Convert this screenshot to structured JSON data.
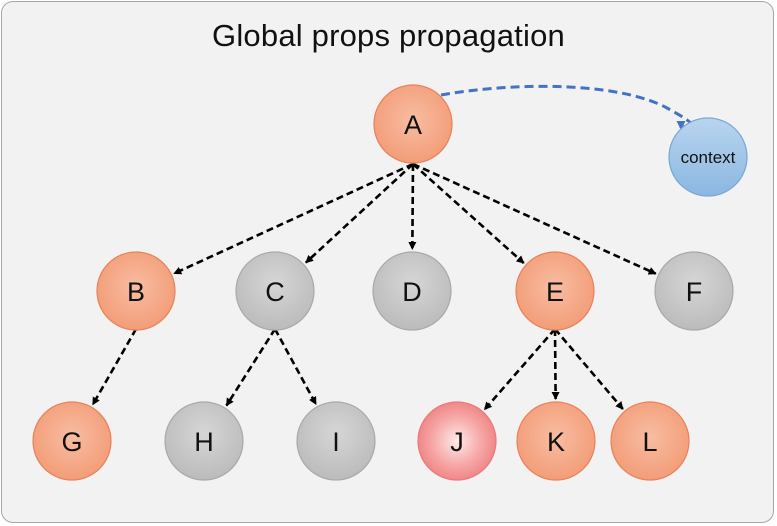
{
  "diagram": {
    "title": "Global props propagation",
    "colors": {
      "propagated_fill": "#f4a582",
      "propagated_stroke": "#e8825a",
      "plain_fill": "#c8c8c8",
      "plain_stroke": "#a9a9a9",
      "highlight_fill": "#f59a9a",
      "context_fill": "#9dc3e6",
      "context_stroke": "#7aa6d4",
      "tree_edge": "#000000",
      "context_edge": "#4472c4"
    },
    "nodes": [
      {
        "id": "A",
        "label": "A",
        "style": "propagated"
      },
      {
        "id": "context",
        "label": "context",
        "style": "context"
      },
      {
        "id": "B",
        "label": "B",
        "style": "propagated"
      },
      {
        "id": "C",
        "label": "C",
        "style": "plain"
      },
      {
        "id": "D",
        "label": "D",
        "style": "plain"
      },
      {
        "id": "E",
        "label": "E",
        "style": "propagated"
      },
      {
        "id": "F",
        "label": "F",
        "style": "plain"
      },
      {
        "id": "G",
        "label": "G",
        "style": "propagated"
      },
      {
        "id": "H",
        "label": "H",
        "style": "plain"
      },
      {
        "id": "I",
        "label": "I",
        "style": "plain"
      },
      {
        "id": "J",
        "label": "J",
        "style": "highlight"
      },
      {
        "id": "K",
        "label": "K",
        "style": "propagated"
      },
      {
        "id": "L",
        "label": "L",
        "style": "propagated"
      }
    ],
    "edges": [
      {
        "from": "A",
        "to": "context",
        "style": "context"
      },
      {
        "from": "A",
        "to": "B",
        "style": "tree"
      },
      {
        "from": "A",
        "to": "C",
        "style": "tree"
      },
      {
        "from": "A",
        "to": "D",
        "style": "tree"
      },
      {
        "from": "A",
        "to": "E",
        "style": "tree"
      },
      {
        "from": "A",
        "to": "F",
        "style": "tree"
      },
      {
        "from": "B",
        "to": "G",
        "style": "tree"
      },
      {
        "from": "C",
        "to": "H",
        "style": "tree"
      },
      {
        "from": "C",
        "to": "I",
        "style": "tree"
      },
      {
        "from": "E",
        "to": "J",
        "style": "tree"
      },
      {
        "from": "E",
        "to": "K",
        "style": "tree"
      },
      {
        "from": "E",
        "to": "L",
        "style": "tree"
      }
    ]
  }
}
